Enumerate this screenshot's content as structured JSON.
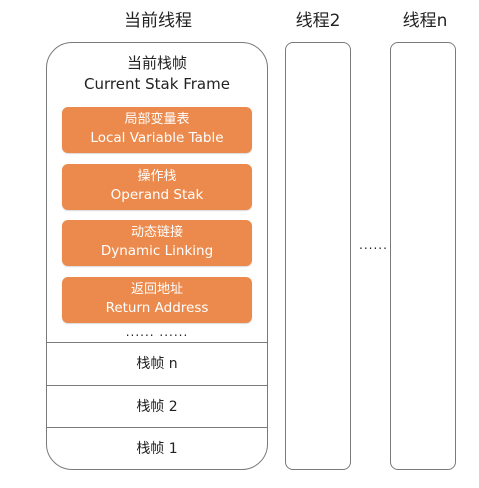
{
  "threads": {
    "current_label": "当前线程",
    "thread2_label": "线程2",
    "threadn_label": "线程n",
    "ellipsis_between": "......"
  },
  "current_frame": {
    "title_zh": "当前栈帧",
    "title_en": "Current Stak Frame",
    "slots": [
      {
        "zh": "局部变量表",
        "en": "Local Variable Table"
      },
      {
        "zh": "操作栈",
        "en": "Operand Stak"
      },
      {
        "zh": "动态链接",
        "en": "Dynamic Linking"
      },
      {
        "zh": "返回地址",
        "en": "Return Address"
      }
    ],
    "ellipsis": "...... ......"
  },
  "frames": {
    "frame_n": "栈帧 n",
    "frame_2": "栈帧 2",
    "frame_1": "栈帧 1"
  },
  "colors": {
    "slot_fill": "#eb8a4c",
    "border": "#7a7a7a"
  }
}
